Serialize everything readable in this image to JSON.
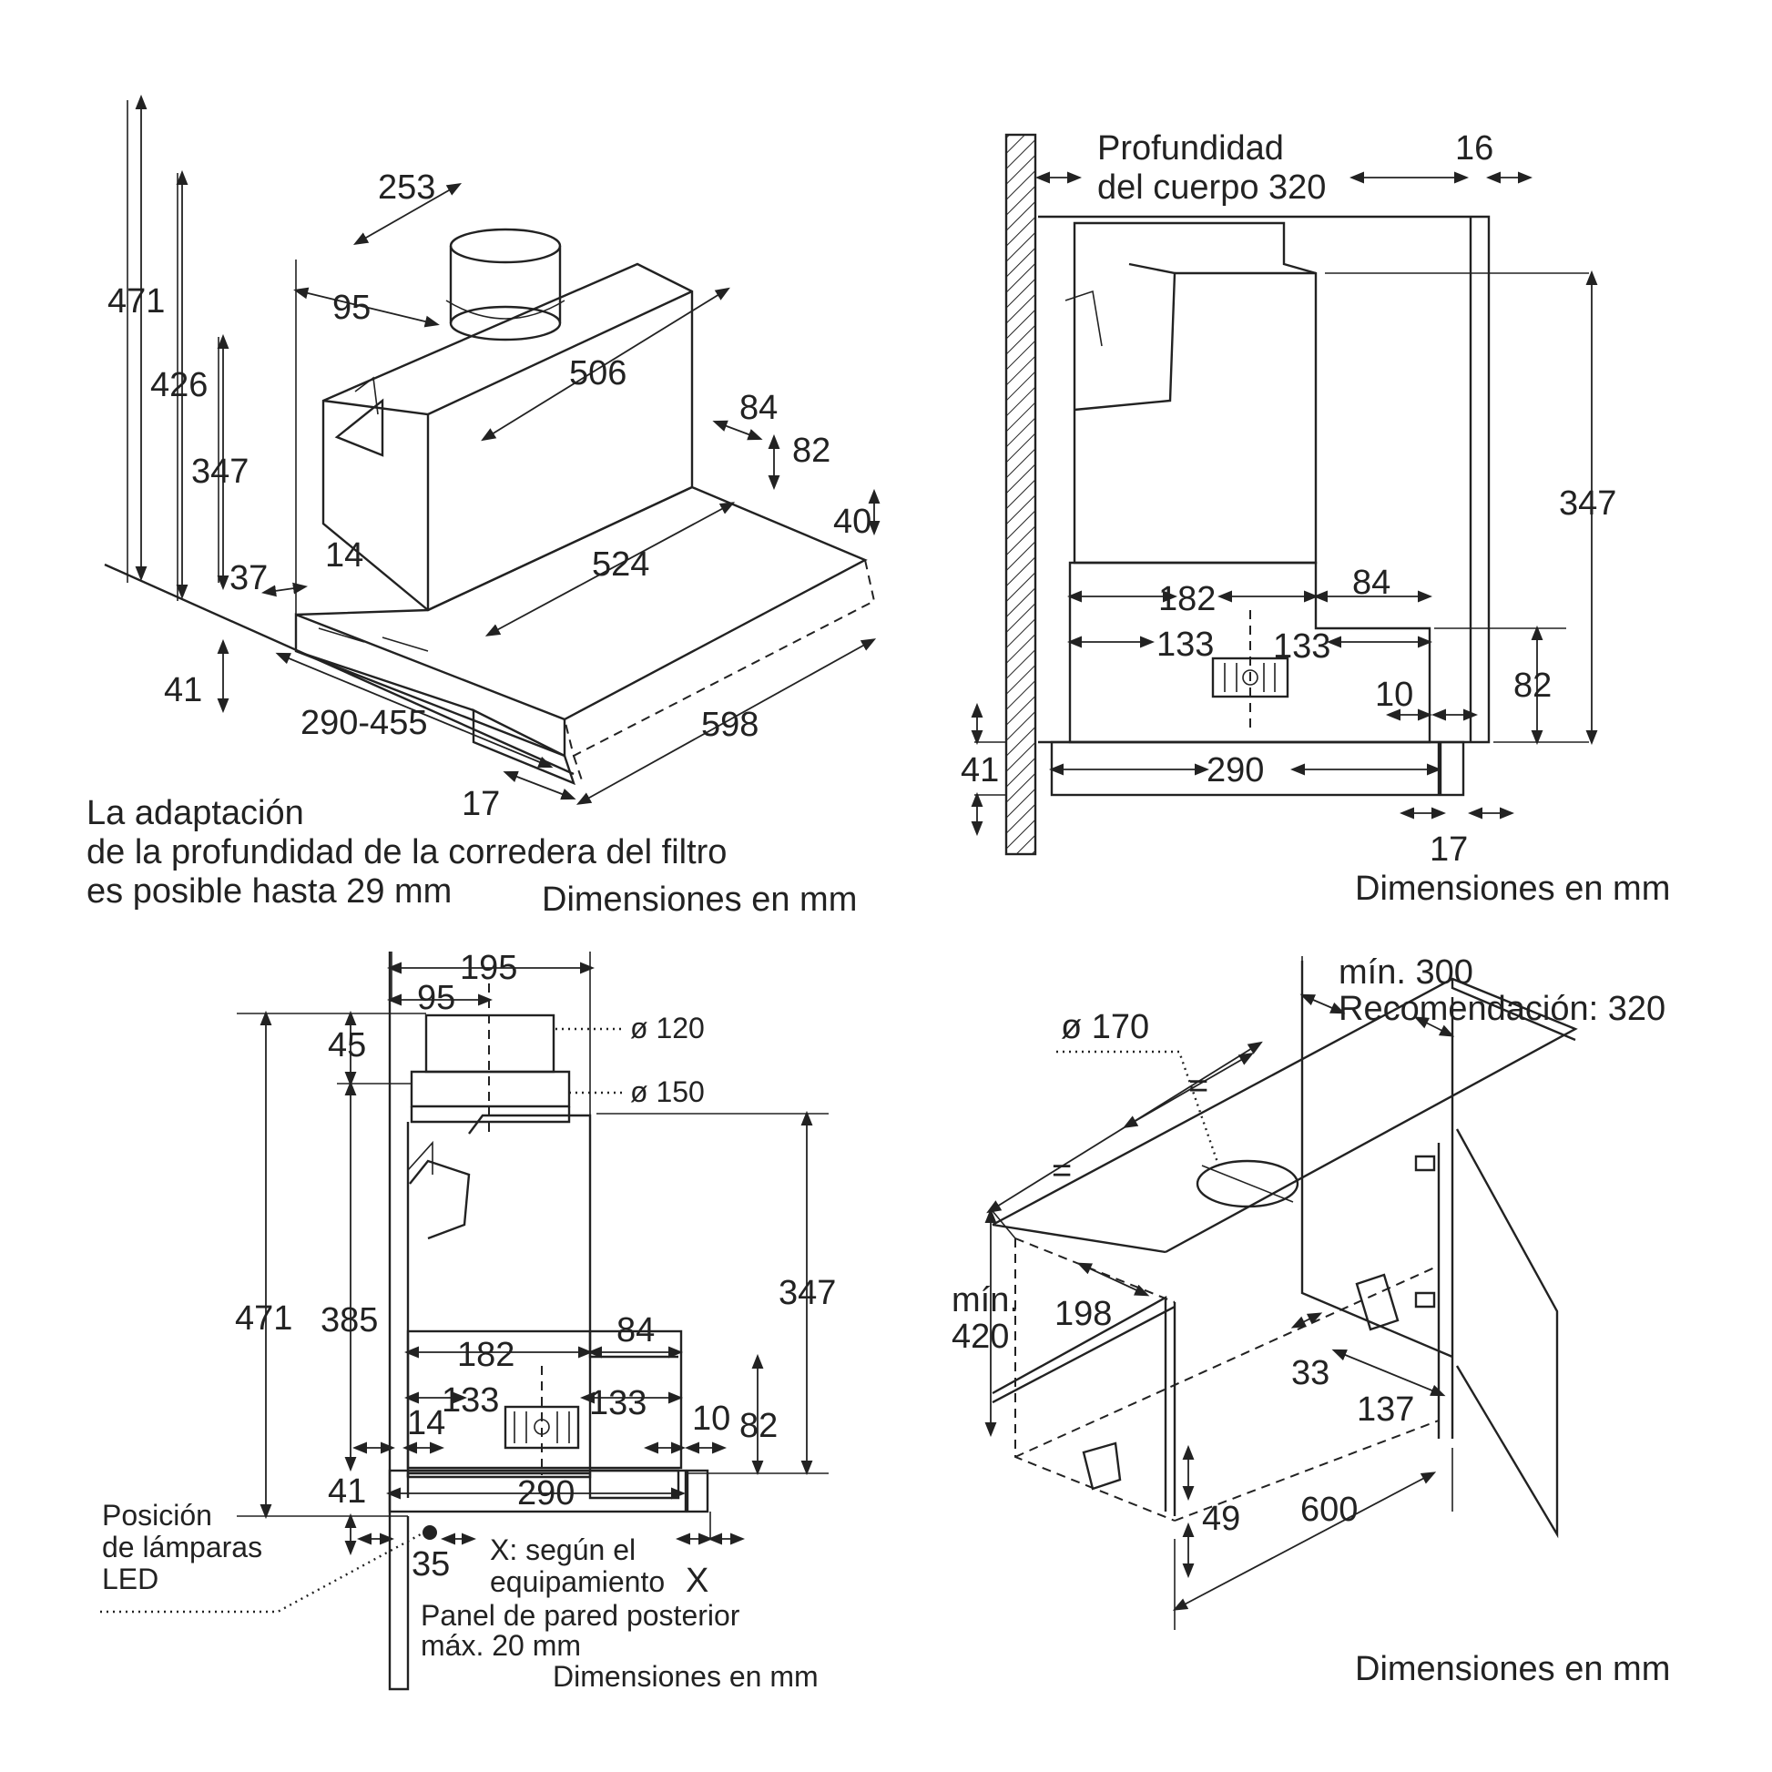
{
  "panel_iso": {
    "dims": [
      "471",
      "426",
      "347",
      "253",
      "95",
      "506",
      "84",
      "82",
      "40",
      "524",
      "37",
      "14",
      "41",
      "290-455",
      "598",
      "17"
    ],
    "note": [
      "La adaptación",
      "de la profundidad de la corredera del filtro",
      "es posible hasta 29 mm"
    ],
    "units": "Dimensiones en mm"
  },
  "panel_side": {
    "depth_label": [
      "Profundidad",
      "del cuerpo 320"
    ],
    "dims": [
      "16",
      "347",
      "182",
      "84",
      "133",
      "133",
      "82",
      "10",
      "41",
      "290",
      "17"
    ],
    "units": "Dimensiones en mm"
  },
  "panel_front": {
    "dims": [
      "195",
      "95",
      "471",
      "45",
      "385",
      "347",
      "182",
      "84",
      "133",
      "133",
      "14",
      "10",
      "82",
      "41",
      "290",
      "35"
    ],
    "diam_120": "ø 120",
    "diam_150": "ø 150",
    "led_label": [
      "Posición",
      "de lámparas",
      "LED"
    ],
    "x_label": [
      "X: según el",
      "equipamiento"
    ],
    "x_mark": "X",
    "panel_note": [
      "Panel de pared posterior",
      "máx. 20 mm"
    ],
    "units": "Dimensiones en mm"
  },
  "panel_cab": {
    "min_label": "mín. 300",
    "rec_label": "Recomendación: 320",
    "diam_170": "ø 170",
    "eq1": "=",
    "eq2": "=",
    "min420": [
      "mín.",
      "420"
    ],
    "dims": [
      "198",
      "33",
      "137",
      "49",
      "600"
    ],
    "units": "Dimensiones en mm"
  }
}
